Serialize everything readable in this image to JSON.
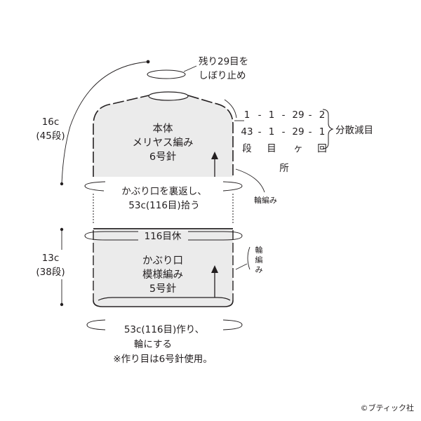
{
  "colors": {
    "ink": "#231f20",
    "fill": "#ebebeb",
    "background": "#ffffff"
  },
  "top_note": {
    "line1": "残り29目を",
    "line2": "しぼり止め"
  },
  "body_section": {
    "height": "16c",
    "rows": "(45段)",
    "name": "本体",
    "pattern": "メリヤス編み",
    "needle": "6号針"
  },
  "decrease_table": {
    "rows": [
      [
        "1",
        "-",
        "1",
        "-",
        "29",
        "-",
        "2"
      ],
      [
        "43",
        "-",
        "1",
        "-",
        "29",
        "-",
        "1"
      ],
      [
        "段",
        "",
        "目",
        "",
        "ヶ",
        "",
        "回"
      ]
    ],
    "last_line": "所",
    "label": "分散減目"
  },
  "pickup_note": {
    "line1": "かぶり口を裏返し、",
    "line2": "53c(116目)拾う"
  },
  "rib_label_horizontal": "輪編み",
  "rib_label_vertical": "輪編み",
  "brim_section": {
    "height": "13c",
    "rows": "(38段)",
    "hold": "116目休",
    "name": "かぶり口",
    "pattern": "模様編み",
    "needle": "5号針"
  },
  "cast_on_note": {
    "line1": "53c(116目)作り、",
    "line2": "輪にする",
    "line3": "※作り目は6号針使用。"
  },
  "copyright": "©ブティック社"
}
